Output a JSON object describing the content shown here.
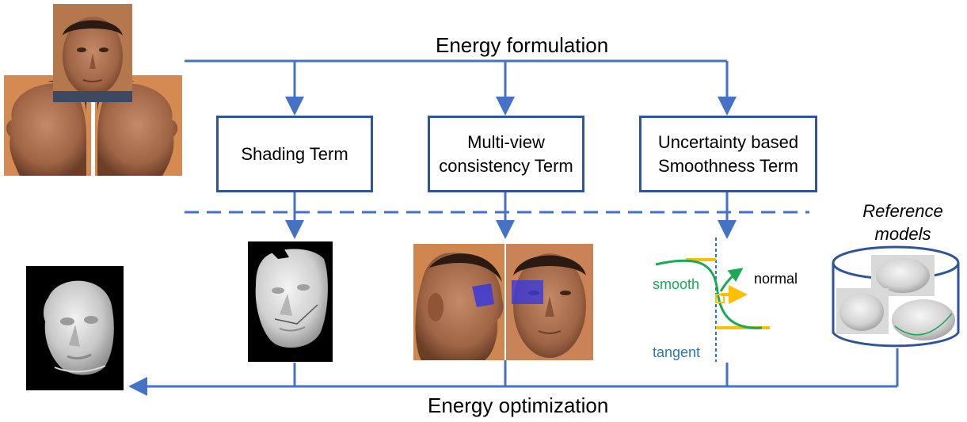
{
  "diagram": {
    "top_label": "Energy formulation",
    "bottom_label": "Energy optimization",
    "terms": [
      {
        "line1": "Shading Term",
        "line2": ""
      },
      {
        "line1": "Multi-view",
        "line2": "consistency Term"
      },
      {
        "line1": "Uncertainty based",
        "line2": "Smoothness Term"
      }
    ],
    "smoothness_illustration": {
      "smooth": "smooth",
      "normal": "normal",
      "tangent": "tangent"
    },
    "reference_models": {
      "line1": "Reference",
      "line2": "models"
    },
    "colors": {
      "flow_line": "#4472c4",
      "box_border": "#2f5597",
      "smooth": "#1aaa55",
      "tangent": "#2e75b6",
      "normal_arrow": "#ffc000",
      "consistency_patch": "#3a3adb",
      "skin": "#b87a5a",
      "background_orange": "#d58a52"
    },
    "icons": {
      "input_photos": "face-photos-icon",
      "result_mesh": "face-mesh-icon",
      "shading_mesh": "partial-mesh-icon",
      "multiview_pair": "multiview-faces-icon",
      "reference_set": "reference-models-icon"
    }
  }
}
